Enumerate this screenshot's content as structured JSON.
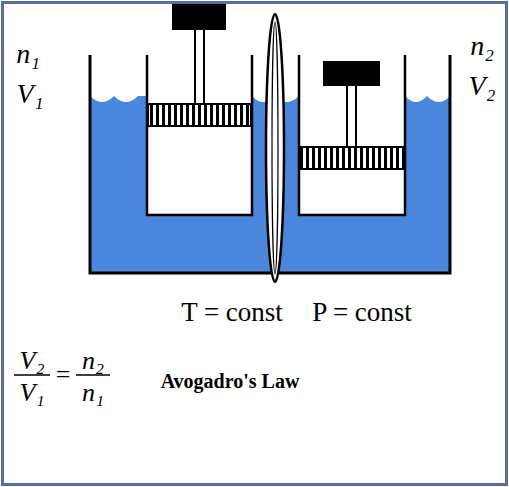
{
  "diagram": {
    "labels": [
      "n₁",
      "V₁",
      "n₂",
      "V₂",
      "T = const",
      "P = const",
      "V₂",
      "V₁",
      "=",
      "n₂",
      "n₁",
      "Avogadro's Law"
    ]
  }
}
